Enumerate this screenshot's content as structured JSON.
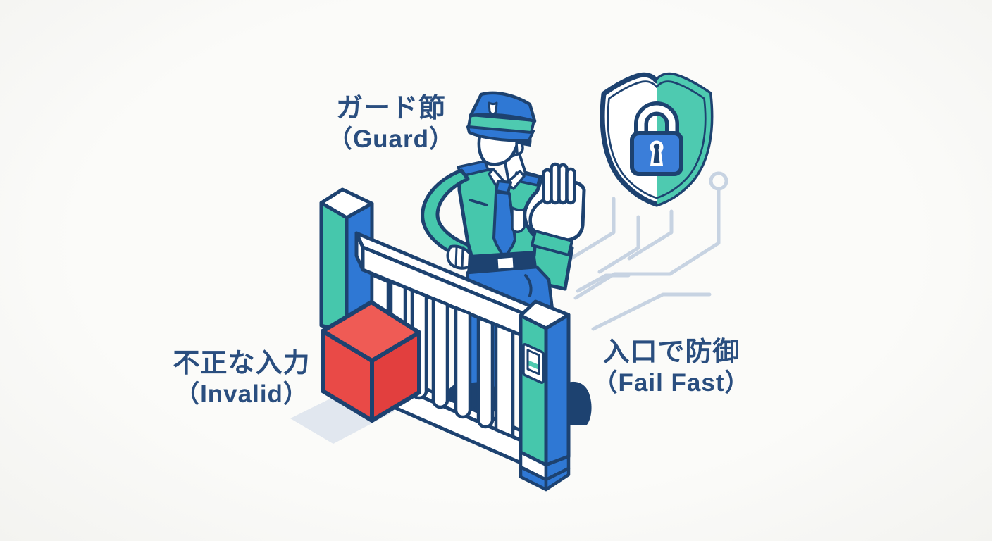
{
  "labels": {
    "guard": {
      "line1": "ガード節",
      "line2": "（Guard）"
    },
    "invalid": {
      "line1": "不正な入力",
      "line2": "（Invalid）"
    },
    "fail_fast": {
      "line1": "入口で防御",
      "line2": "（Fail Fast）"
    }
  },
  "colors": {
    "background": "#fafaf7",
    "text": "#2a4e7f",
    "outline": "#1d4270",
    "blue": "#2f78d4",
    "lock_blue": "#3b7ed9",
    "teal": "#46c7ac",
    "shield_teal": "#4ecab0",
    "red_top": "#ef5b55",
    "red_left": "#e94a47",
    "red_right": "#e23f3e",
    "circuit": "#c7d3e2",
    "shadow": "#dce3ed"
  },
  "icons": [
    {
      "name": "shield-lock-icon",
      "meaning": "security shield with padlock"
    },
    {
      "name": "guard-officer-figure",
      "meaning": "security guard making stop gesture"
    },
    {
      "name": "gate-illustration",
      "meaning": "isometric entrance gate with bars"
    },
    {
      "name": "invalid-input-cube",
      "meaning": "red cube (invalid input) stopped at gate"
    },
    {
      "name": "circuit-trace-decoration",
      "meaning": "decorative circuit lines"
    }
  ]
}
